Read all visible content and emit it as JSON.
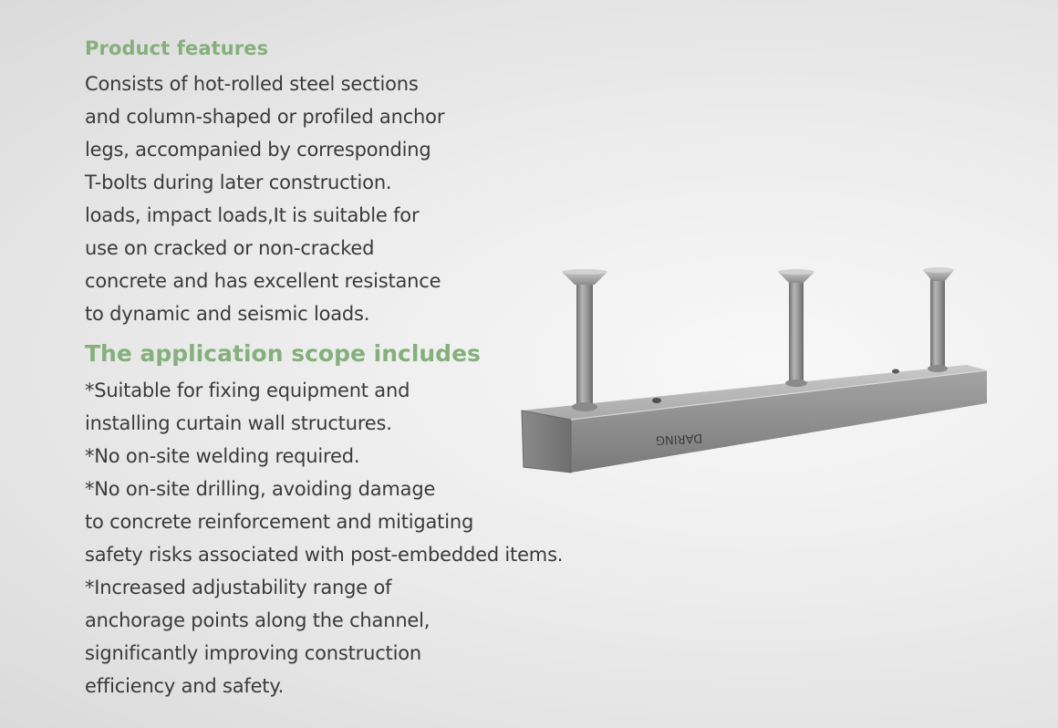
{
  "features": {
    "title": "Product features",
    "lines": [
      "Consists of hot-rolled steel sections",
      "and column-shaped or profiled anchor",
      "legs, accompanied by corresponding",
      "T-bolts during later construction.",
      "loads, impact loads,It is suitable for",
      "use on cracked or non-cracked",
      "concrete and has excellent resistance",
      "to dynamic  and seismic loads."
    ]
  },
  "scope": {
    "title": "The application scope includes",
    "lines": [
      "*Suitable for fixing equipment and",
      "installing curtain wall structures.",
      "*No on-site welding required.",
      "*No on-site drilling, avoiding damage",
      "to concrete reinforcement and mitigating",
      "safety risks associated with post-embedded items.",
      "*Increased adjustability range of",
      "anchorage points along the channel,",
      "significantly improving construction",
      "efficiency and safety."
    ]
  },
  "product": {
    "brand_marking": "DARING",
    "colors": {
      "steel_light": "#b9b9b9",
      "steel_mid": "#9a9a9a",
      "steel_dark": "#6e6e6e",
      "accent_green": "#85b07c"
    }
  }
}
